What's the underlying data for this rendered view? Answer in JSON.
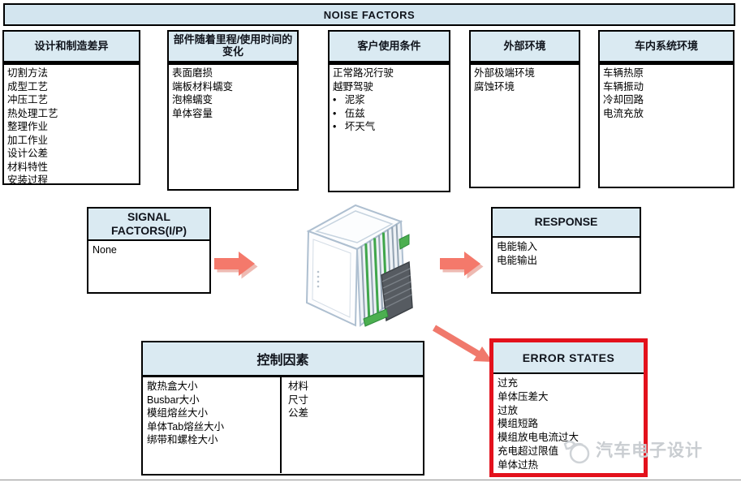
{
  "title_bar": {
    "label": "NOISE FACTORS"
  },
  "noise_columns": [
    {
      "header": "设计和制造差异",
      "items": [
        "切割方法",
        "成型工艺",
        "冲压工艺",
        "热处理工艺",
        "整理作业",
        "加工作业",
        "设计公差",
        "材料特性",
        "安装过程"
      ]
    },
    {
      "header": "部件随着里程/使用时间的变化",
      "items": [
        "表面磨损",
        "端板材料蠕变",
        "泡棉蠕变",
        "单体容量"
      ]
    },
    {
      "header": "客户使用条件",
      "items": [
        "正常路况行驶",
        "越野驾驶",
        "•   泥浆",
        "•   伍兹",
        "•   坏天气"
      ]
    },
    {
      "header": "外部环境",
      "items": [
        "外部极端环境",
        "腐蚀环境"
      ]
    },
    {
      "header": "车内系统环境",
      "items": [
        "车辆热原",
        "车辆振动",
        "冷却回路",
        "电流充放"
      ]
    }
  ],
  "signal_box": {
    "header": "SIGNAL FACTORS(I/P)",
    "items": [
      "None"
    ]
  },
  "response_box": {
    "header": "RESPONSE",
    "items": [
      "电能输入",
      "电能输出"
    ]
  },
  "control_box": {
    "header": "控制因素",
    "left_items": [
      "散热盒大小",
      "Busbar大小",
      "模组熔丝大小",
      "单体Tab熔丝大小",
      "绑带和螺栓大小"
    ],
    "right_items": [
      "材料",
      "尺寸",
      "公差"
    ]
  },
  "error_box": {
    "header": "ERROR STATES",
    "items": [
      "过充",
      "单体压差大",
      "过放",
      "模组短路",
      "模组放电电流过大",
      "充电超过限值",
      "单体过热"
    ]
  },
  "center_image": {
    "label": "battery-module-3d-view"
  },
  "watermark": {
    "label": "汽车电子设计"
  },
  "colors": {
    "header_fill": "#daeaf2",
    "topbar_fill": "#d3e5ef",
    "arrow": "#f4796b",
    "error_border": "#e3111c",
    "border": "#000000"
  }
}
